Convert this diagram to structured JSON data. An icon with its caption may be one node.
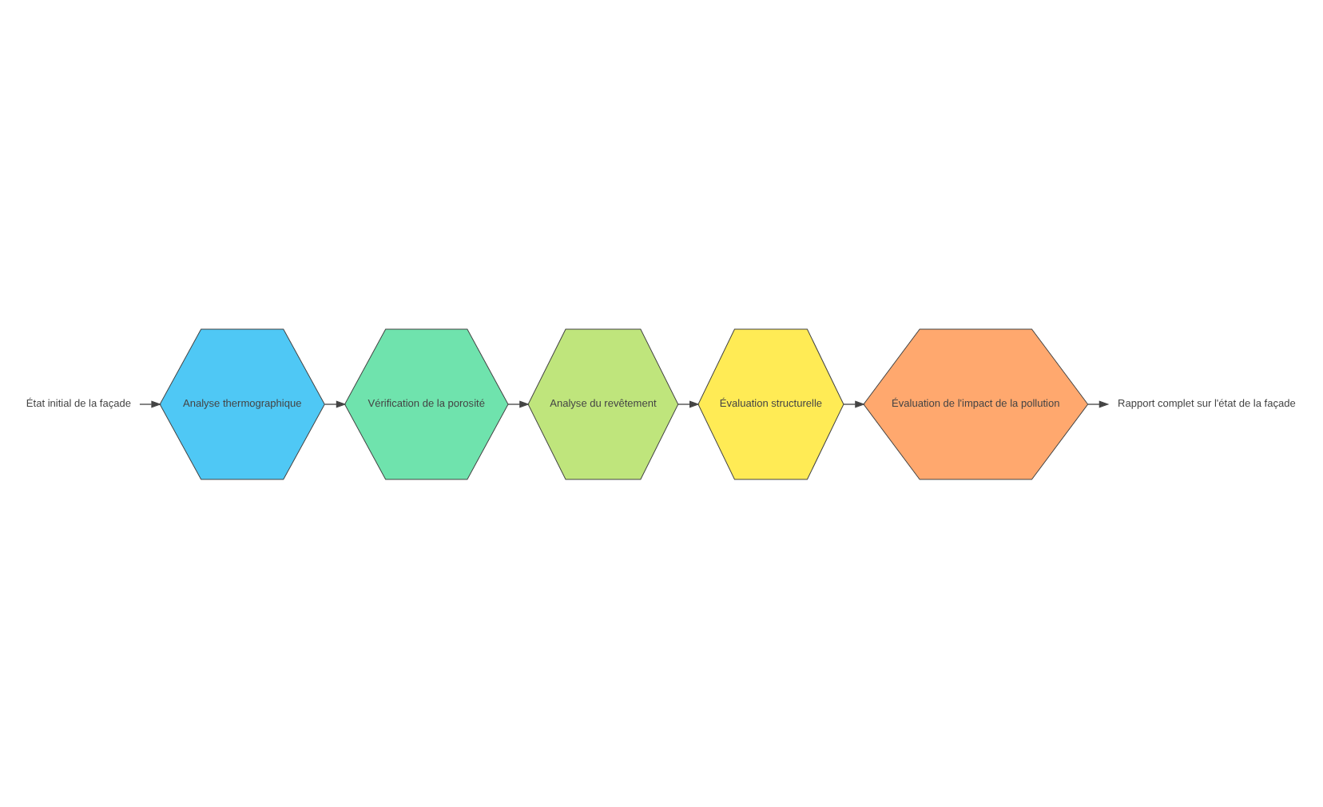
{
  "diagram": {
    "nodes": [
      {
        "text": [
          "État initial de la façade"
        ]
      },
      {
        "text": [
          "Analyse thermographique"
        ]
      },
      {
        "text": [
          "Vérification de la porosité"
        ]
      },
      {
        "text": [
          "Analyse du revêtement"
        ]
      },
      {
        "text": [
          "Évaluation structurelle"
        ]
      },
      {
        "text": [
          "Évaluation de l'impact de la pollution"
        ]
      },
      {
        "text": [
          "Rapport complet sur l'état de la façade"
        ]
      }
    ],
    "edges": [
      {
        "from": 0,
        "to": 1,
        "arrow": "to"
      },
      {
        "from": 1,
        "to": 2,
        "arrow": "to"
      },
      {
        "from": 2,
        "to": 3,
        "arrow": "to"
      },
      {
        "from": 3,
        "to": 4,
        "arrow": "to"
      },
      {
        "from": 4,
        "to": 5,
        "arrow": "to"
      },
      {
        "from": 5,
        "to": 6,
        "arrow": "to"
      }
    ]
  }
}
